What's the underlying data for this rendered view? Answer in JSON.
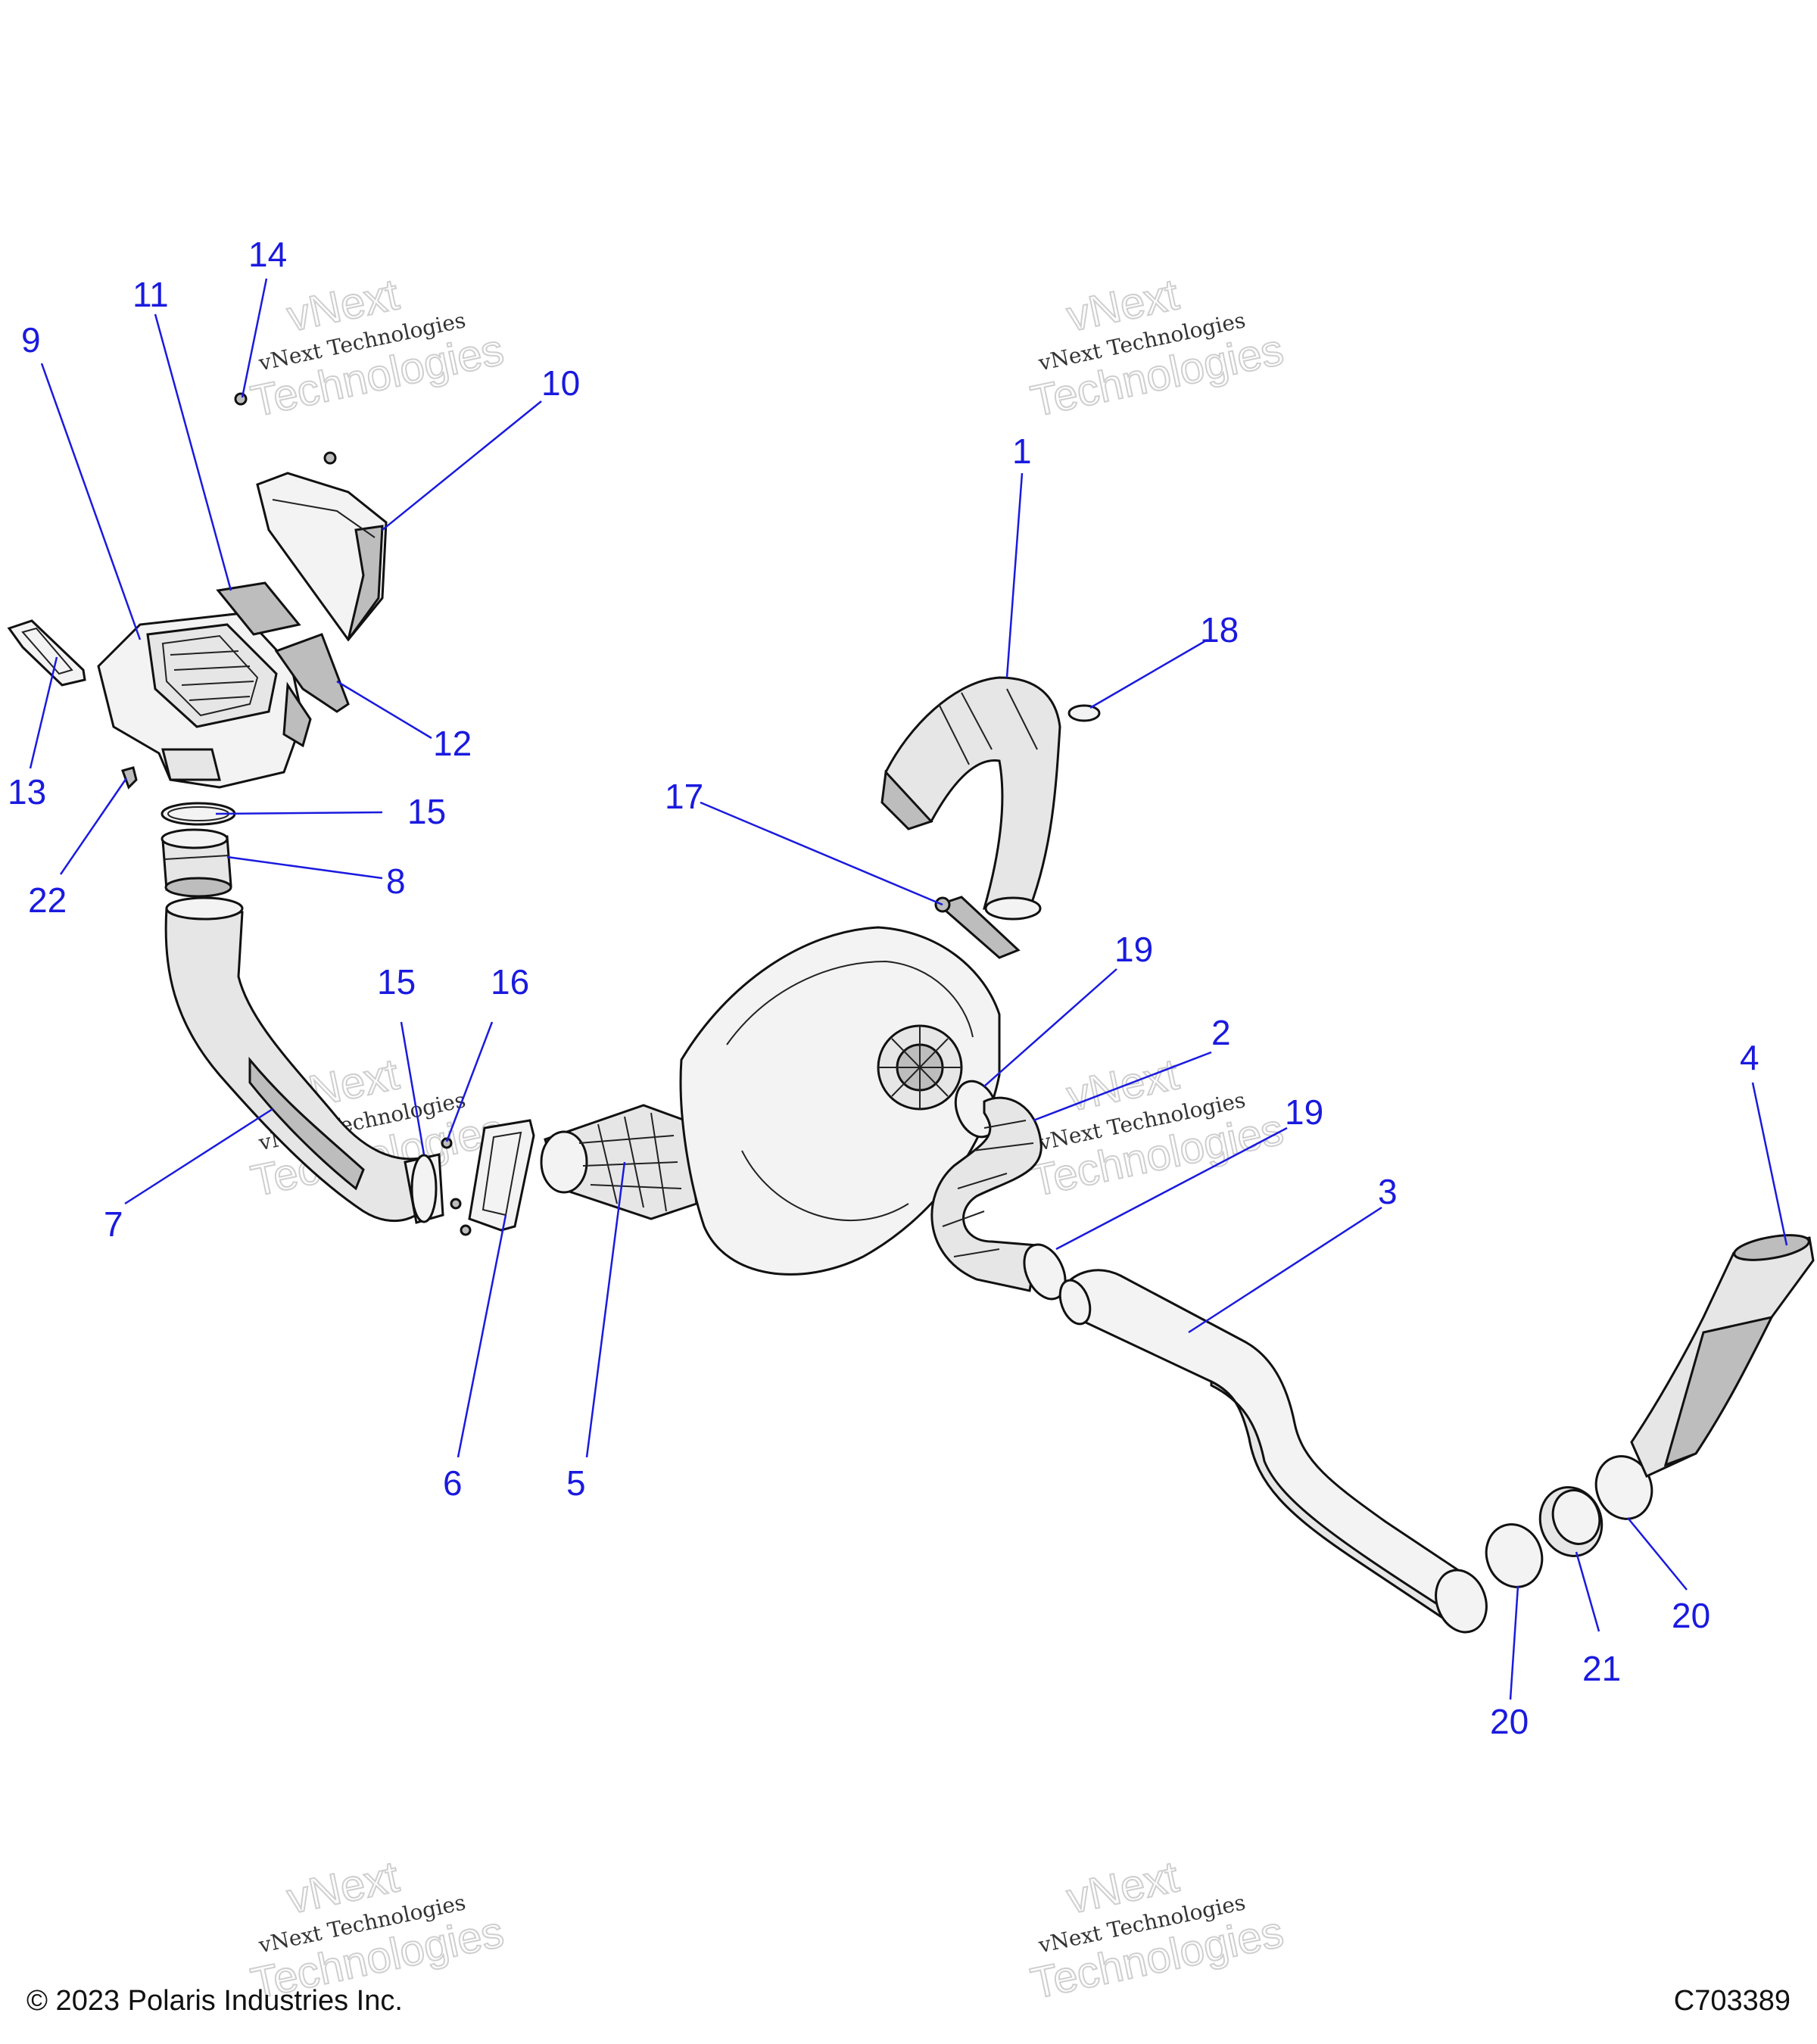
{
  "diagram": {
    "callouts": [
      {
        "id": "c1",
        "label": "1"
      },
      {
        "id": "c2",
        "label": "2"
      },
      {
        "id": "c3",
        "label": "3"
      },
      {
        "id": "c4",
        "label": "4"
      },
      {
        "id": "c5",
        "label": "5"
      },
      {
        "id": "c6",
        "label": "6"
      },
      {
        "id": "c7",
        "label": "7"
      },
      {
        "id": "c8",
        "label": "8"
      },
      {
        "id": "c9",
        "label": "9"
      },
      {
        "id": "c10",
        "label": "10"
      },
      {
        "id": "c11",
        "label": "11"
      },
      {
        "id": "c12",
        "label": "12"
      },
      {
        "id": "c13",
        "label": "13"
      },
      {
        "id": "c14",
        "label": "14"
      },
      {
        "id": "c15a",
        "label": "15"
      },
      {
        "id": "c15b",
        "label": "15"
      },
      {
        "id": "c16",
        "label": "16"
      },
      {
        "id": "c17",
        "label": "17"
      },
      {
        "id": "c18",
        "label": "18"
      },
      {
        "id": "c19a",
        "label": "19"
      },
      {
        "id": "c19b",
        "label": "19"
      },
      {
        "id": "c20a",
        "label": "20"
      },
      {
        "id": "c20b",
        "label": "20"
      },
      {
        "id": "c21",
        "label": "21"
      },
      {
        "id": "c22",
        "label": "22"
      }
    ],
    "callout_color": "#1a1adf"
  },
  "watermark": {
    "line1": "vNext",
    "line2": "vNext Technologies",
    "line3": "Technologies"
  },
  "footer": {
    "copyright": "© 2023 Polaris Industries Inc.",
    "drawing_number": "C703389"
  }
}
